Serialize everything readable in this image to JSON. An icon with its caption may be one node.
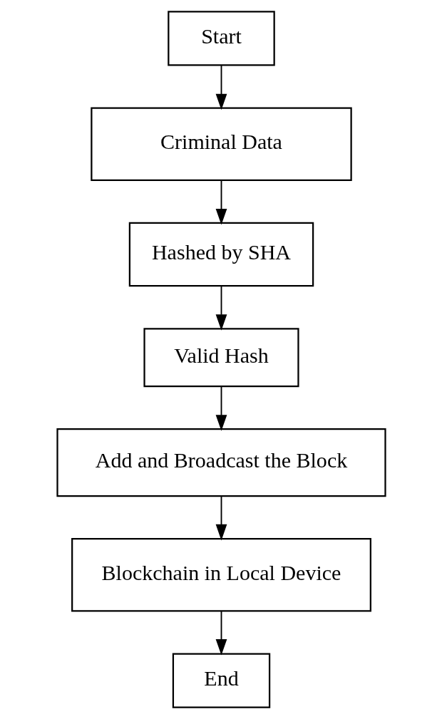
{
  "diagram": {
    "nodes": [
      {
        "text": [
          "Start"
        ]
      },
      {
        "text": [
          "Criminal Data"
        ]
      },
      {
        "text": [
          "Hashed by SHA"
        ]
      },
      {
        "text": [
          "Valid Hash"
        ]
      },
      {
        "text": [
          "Add and Broadcast the Block"
        ]
      },
      {
        "text": [
          "Blockchain in Local Device"
        ]
      },
      {
        "text": [
          "End"
        ]
      }
    ],
    "edges": [
      {
        "from": 0,
        "to": 1,
        "arrow": "to"
      },
      {
        "from": 1,
        "to": 2,
        "arrow": "to"
      },
      {
        "from": 2,
        "to": 3,
        "arrow": "to"
      },
      {
        "from": 3,
        "to": 4,
        "arrow": "to"
      },
      {
        "from": 4,
        "to": 5,
        "arrow": "to"
      },
      {
        "from": 5,
        "to": 6,
        "arrow": "to"
      }
    ]
  }
}
